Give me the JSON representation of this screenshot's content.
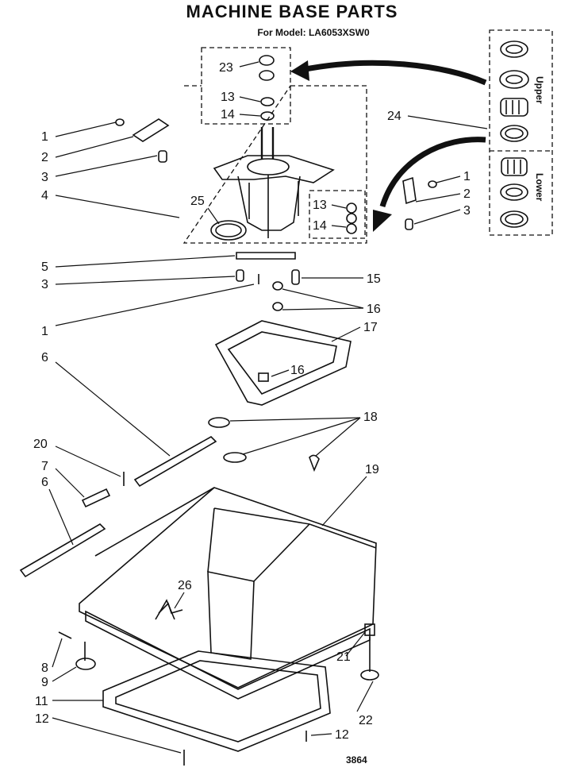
{
  "title": "MACHINE BASE PARTS",
  "subtitle": "For Model: LA6053XSW0",
  "figure_number": "3864",
  "inset": {
    "upper_label": "Upper",
    "lower_label": "Lower"
  },
  "callouts": {
    "c1a": "1",
    "c2a": "2",
    "c3a": "3",
    "c4": "4",
    "c25": "25",
    "c23": "23",
    "c13a": "13",
    "c14a": "14",
    "c24": "24",
    "c13b": "13",
    "c14b": "14",
    "c1b": "1",
    "c2b": "2",
    "c3b": "3",
    "c5": "5",
    "c3c": "3",
    "c15": "15",
    "c16a": "16",
    "c1c": "1",
    "c17": "17",
    "c6a": "6",
    "c16b": "16",
    "c18": "18",
    "c20": "20",
    "c7": "7",
    "c19": "19",
    "c6b": "6",
    "c26": "26",
    "c8": "8",
    "c9": "9",
    "c21": "21",
    "c11": "11",
    "c12a": "12",
    "c22": "22",
    "c12b": "12"
  }
}
